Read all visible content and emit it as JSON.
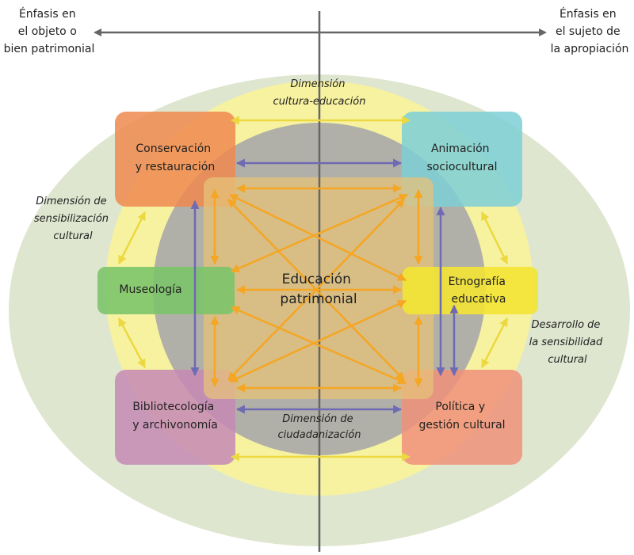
{
  "top_left_label": [
    "Énfasis en",
    "el objeto o",
    "bien patrimonial"
  ],
  "top_right_label": [
    "Énfasis en",
    "el sujeto de",
    "la apropiación"
  ],
  "center_label": [
    "Educación",
    "patrimonial"
  ],
  "dimensions": {
    "cultura_educacion": [
      "Dimensión",
      "cultura-educación"
    ],
    "sensibilizacion": [
      "Dimensión de",
      "sensibilización",
      "cultural"
    ],
    "desarrollo": [
      "Desarrollo de",
      "la sensibilidad",
      "cultural"
    ],
    "ciudadanizacion": [
      "Dimensión de",
      "ciudadanización"
    ]
  },
  "boxes": {
    "conservacion": {
      "lines": [
        "Conservación",
        "y restauración"
      ],
      "color": "#f08a50"
    },
    "animacion": {
      "lines": [
        "Animación",
        "sociocultural"
      ],
      "color": "#7dcfd6"
    },
    "museologia": {
      "lines": [
        "Museología"
      ],
      "color": "#7cc46a"
    },
    "etnografia": {
      "lines": [
        "Etnografía",
        "educativa"
      ],
      "color": "#f3e433"
    },
    "bibliotecologia": {
      "lines": [
        "Bibliotecología",
        "y archivonomía"
      ],
      "color": "#c58ab5"
    },
    "politica": {
      "lines": [
        "Política y",
        "gestión cultural"
      ],
      "color": "#f0907a"
    }
  },
  "colors": {
    "outer_ellipse": "#dfe6cf",
    "middle_ellipse": "#f7f2a0",
    "inner_circle": "#a8a8a8",
    "center_square": "#e6c17a",
    "orange_arrow": "#f5a623",
    "blue_arrow": "#6e6ab3",
    "yellow_arrow": "#ecd840",
    "axis": "#666666"
  }
}
